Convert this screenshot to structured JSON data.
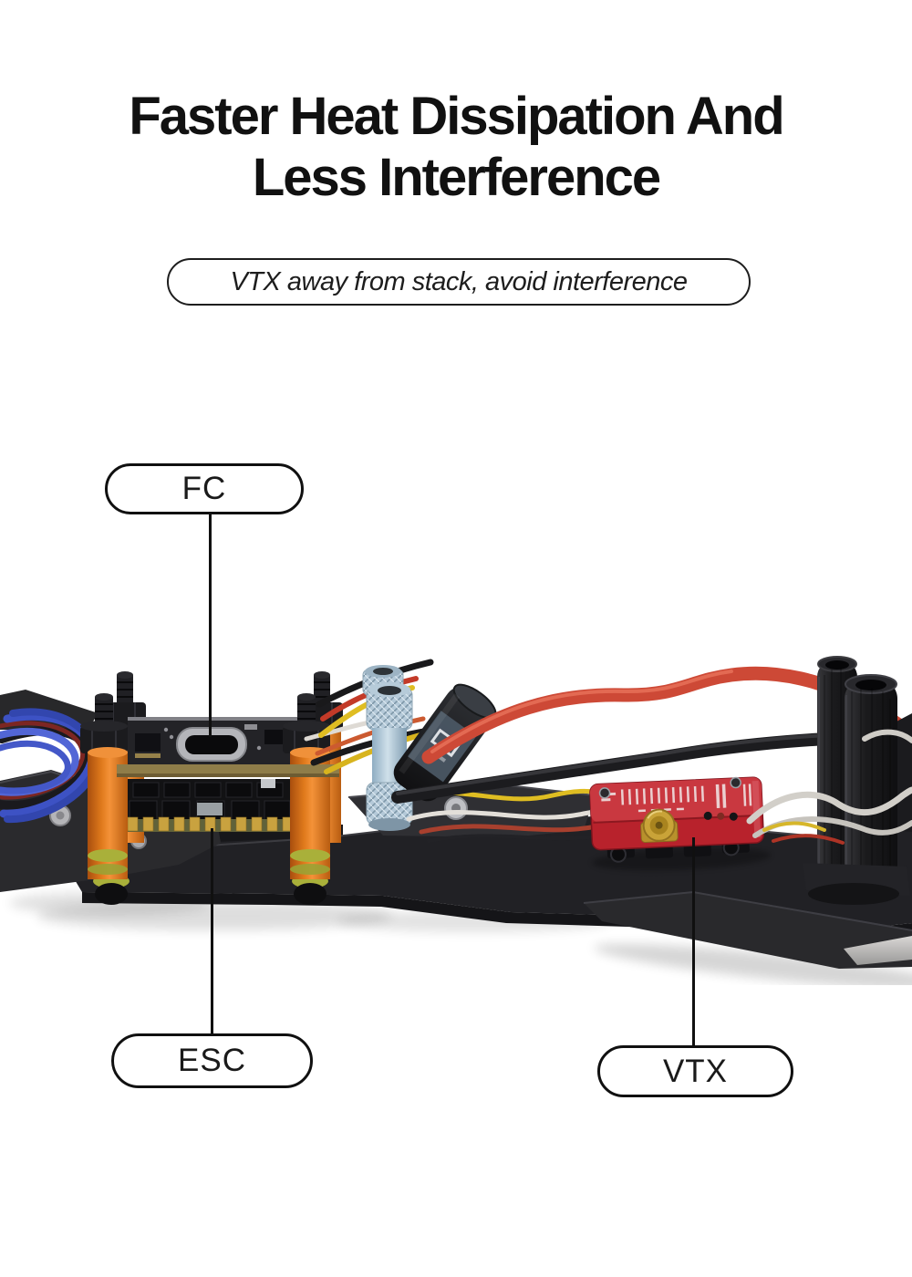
{
  "title": {
    "line1": "Faster Heat Dissipation And",
    "line2": "Less Interference"
  },
  "badge": {
    "text": "VTX away from stack, avoid interference"
  },
  "callouts": {
    "fc": {
      "label": "FC"
    },
    "esc": {
      "label": "ESC"
    },
    "vtx": {
      "label": "VTX"
    }
  },
  "illustration": {
    "description": "Close-up photo of FPV drone frame: FC/ESC stack on orange anti-vibration standoffs, blue aluminum standoffs, capacitor, wires, red VTX module mounted away from the stack on the carbon plate, black TPU antenna mount",
    "colors": {
      "standoff_orange": "#E07A1C",
      "oring_olive": "#A9B03A",
      "carbon_dark": "#212125",
      "vtx_red": "#B8222C",
      "wire_red": "#CD4936",
      "wire_blue": "#3D52C4",
      "wire_yellow": "#DFBD22",
      "wire_white": "#D2CFC9",
      "standoff_blue": "#A9C3D6",
      "pad_gold": "#C9A23F",
      "usb_silver": "#B4B5BA"
    }
  }
}
